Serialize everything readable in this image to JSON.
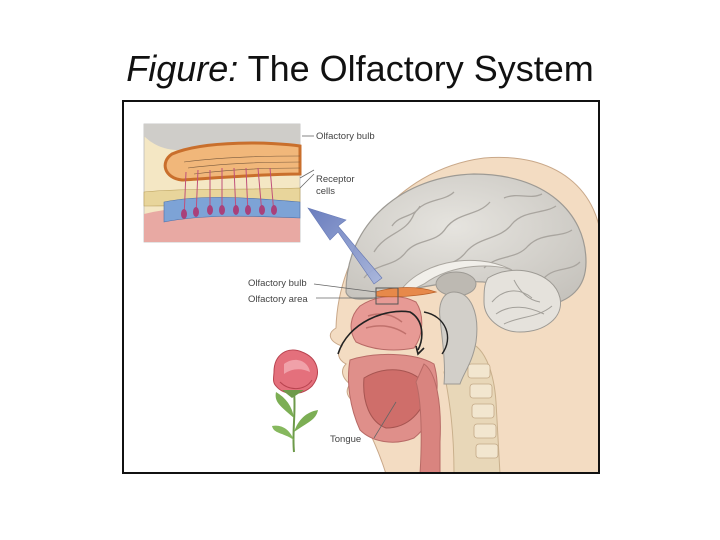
{
  "title": {
    "lead": "Figure:",
    "rest": "The Olfactory System"
  },
  "labels": {
    "inset_bulb": "Olfactory bulb",
    "receptor_line1": "Receptor",
    "receptor_line2": "cells",
    "main_bulb": "Olfactory bulb",
    "olfactory_area": "Olfactory area",
    "tongue": "Tongue"
  },
  "colors": {
    "brain": "#d9d7d2",
    "skin": "#f3dcc2",
    "nasal": "#e79a95",
    "bulb": "#e7894a",
    "arrow": "#7d90c7",
    "rose": "#e4707c"
  }
}
